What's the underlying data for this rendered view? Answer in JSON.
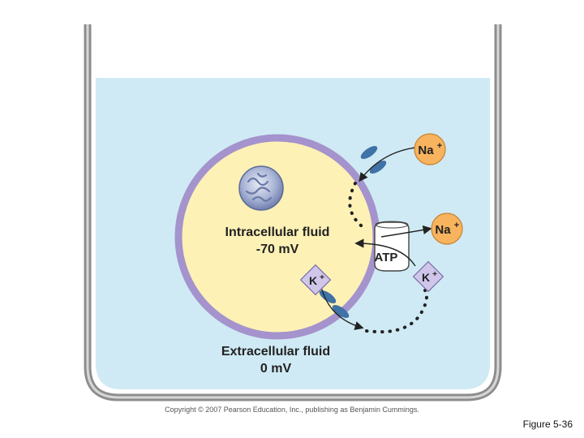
{
  "diagram": {
    "intracellular": {
      "title": "Intracellular fluid",
      "potential": "-70 mV"
    },
    "extracellular": {
      "title": "Extracellular fluid",
      "potential": "0 mV"
    },
    "ions": {
      "na_top": "Na",
      "na_right": "Na",
      "k_inside": "K",
      "k_outside": "K",
      "charge": "+"
    },
    "pump_label": "ATP"
  },
  "copyright": "Copyright © 2007 Pearson Education, Inc., publishing as Benjamin Cummings.",
  "figure_label": "Figure 5-36",
  "colors": {
    "fluid": "#cfeaf4",
    "cell": "#fdf1b6",
    "membrane": "#a493cc",
    "channel": "#3f72a6",
    "na_ion": "#f7b35e",
    "k_ion": "#cfc6ea",
    "beaker": "#8a8a8a"
  }
}
